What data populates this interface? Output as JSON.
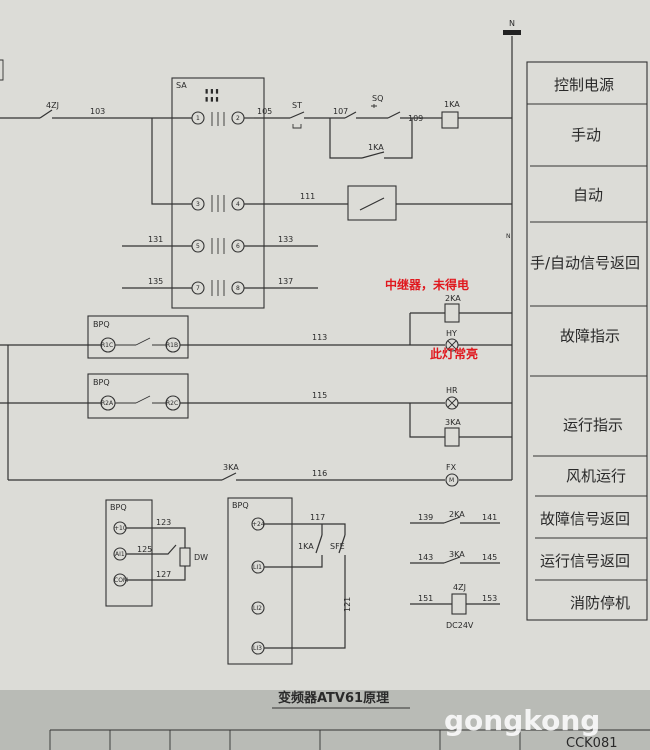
{
  "watermark": "gongkong",
  "caption": "变频器ATV61原理",
  "corner_text": "CCK081",
  "neutral": "N",
  "side_labels": [
    "控制电源",
    "手动",
    "自动",
    "手/自动信号返回",
    "故障指示",
    "运行指示",
    "风机运行",
    "故障信号返回",
    "运行信号返回",
    "消防停机"
  ],
  "annotations": {
    "relay": "中继器，未得电",
    "lamp": "此灯常亮"
  },
  "devices": {
    "sa": "SA",
    "zj4": "4ZJ",
    "st": "ST",
    "sq": "SQ",
    "ka1": "1KA",
    "ka2": "2KA",
    "ka3": "3KA",
    "hy": "HY",
    "hr": "HR",
    "fx": "FX",
    "bpq": "BPQ",
    "dw": "DW",
    "sfe": "SFE",
    "zj4b": "4ZJ",
    "dc": "DC24V"
  },
  "wires": {
    "w103": "103",
    "w105": "105",
    "w107": "107",
    "w109": "109",
    "w111": "111",
    "w131": "131",
    "w133": "133",
    "w135": "135",
    "w137": "137",
    "w113": "113",
    "w115": "115",
    "w116": "116",
    "w117": "117",
    "w123": "123",
    "w125": "125",
    "w127": "127",
    "w121": "121",
    "w139": "139",
    "w141": "141",
    "w143": "143",
    "w145": "145",
    "w151": "151",
    "w153": "153"
  },
  "sa_terminals": [
    "1",
    "2",
    "3",
    "4",
    "5",
    "6",
    "7",
    "8"
  ],
  "bpq_terminals": {
    "r1c": "R1C",
    "r1b": "R1B",
    "r2a": "R2A",
    "r2c": "R2C",
    "p10": "+10",
    "ai1": "AI1",
    "com": "COM",
    "p24": "+24",
    "li1": "LI1",
    "li2": "LI2",
    "li3": "LI3"
  }
}
